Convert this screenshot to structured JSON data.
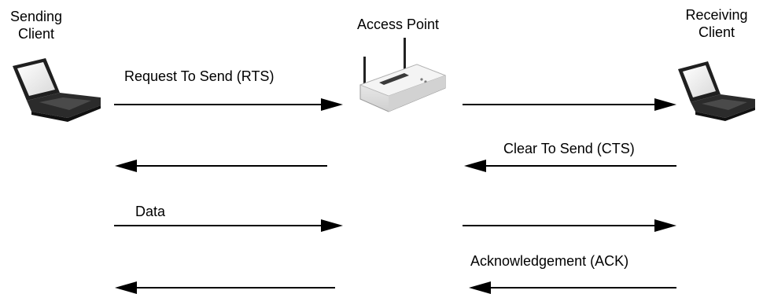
{
  "nodes": {
    "sender": {
      "line1": "Sending",
      "line2": "Client"
    },
    "access_point": {
      "label": "Access Point"
    },
    "receiver": {
      "line1": "Receiving",
      "line2": "Client"
    }
  },
  "messages": {
    "rts": "Request To Send (RTS)",
    "cts": "Clear To Send (CTS)",
    "data": "Data",
    "ack": "Acknowledgement (ACK)"
  },
  "colors": {
    "line": "#000000",
    "device_body": "#e8e8e8",
    "laptop_dark": "#2b2b2b"
  }
}
